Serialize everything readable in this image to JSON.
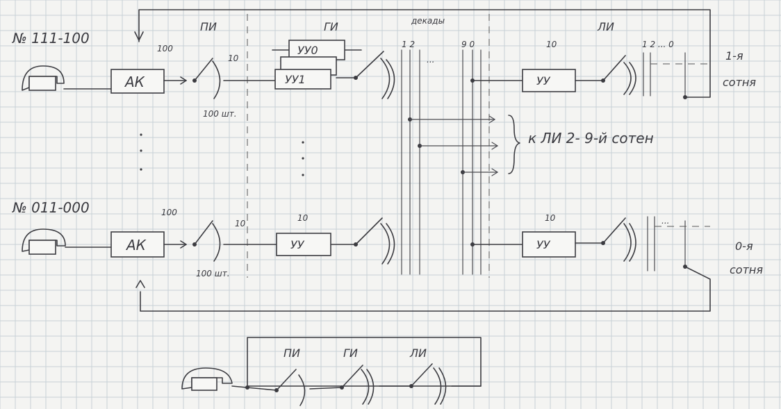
{
  "labels": {
    "number_top": "№ 111-100",
    "number_bottom": "№ 011-000",
    "pi": "ПИ",
    "gi": "ГИ",
    "li": "ЛИ",
    "ak": "АК",
    "uu": "УУ",
    "uu0": "УУ0",
    "uu1": "УУ1",
    "count_100": "100",
    "count_10": "10",
    "count_100_pcs": "100 шт.",
    "dekady": "декады",
    "ticks_top": "1 2",
    "ticks_9_0": "9 0",
    "li_ticks_top": "1 2 ... 0",
    "ellipsis": "...",
    "hundred_1": "1-я",
    "hundred_0": "0-я",
    "sotnya": "сотня",
    "to_li": "к ЛИ  2- 9-й  сотен",
    "bottom_pi": "ПИ",
    "bottom_gi": "ГИ",
    "bottom_li": "ЛИ"
  },
  "colors": {
    "paper": "#f4f4f2",
    "grid": "#c7d1d6",
    "ink": "#3b3b40"
  }
}
